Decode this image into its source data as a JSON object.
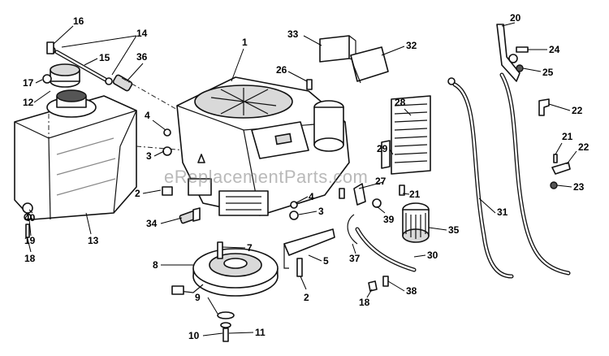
{
  "watermark": "eReplacementParts.com",
  "callouts": [
    {
      "id": "1",
      "label": "1"
    },
    {
      "id": "2a",
      "label": "2"
    },
    {
      "id": "2b",
      "label": "2"
    },
    {
      "id": "3a",
      "label": "3"
    },
    {
      "id": "3b",
      "label": "3"
    },
    {
      "id": "4a",
      "label": "4"
    },
    {
      "id": "4b",
      "label": "4"
    },
    {
      "id": "5",
      "label": "5"
    },
    {
      "id": "7",
      "label": "7"
    },
    {
      "id": "8",
      "label": "8"
    },
    {
      "id": "9",
      "label": "9"
    },
    {
      "id": "10",
      "label": "10"
    },
    {
      "id": "11",
      "label": "11"
    },
    {
      "id": "12",
      "label": "12"
    },
    {
      "id": "13",
      "label": "13"
    },
    {
      "id": "14",
      "label": "14"
    },
    {
      "id": "15",
      "label": "15"
    },
    {
      "id": "16",
      "label": "16"
    },
    {
      "id": "17",
      "label": "17"
    },
    {
      "id": "18a",
      "label": "18"
    },
    {
      "id": "18b",
      "label": "18"
    },
    {
      "id": "19",
      "label": "19"
    },
    {
      "id": "20",
      "label": "20"
    },
    {
      "id": "21a",
      "label": "21"
    },
    {
      "id": "21b",
      "label": "21"
    },
    {
      "id": "22a",
      "label": "22"
    },
    {
      "id": "22b",
      "label": "22"
    },
    {
      "id": "23",
      "label": "23"
    },
    {
      "id": "24",
      "label": "24"
    },
    {
      "id": "25",
      "label": "25"
    },
    {
      "id": "26",
      "label": "26"
    },
    {
      "id": "27",
      "label": "27"
    },
    {
      "id": "28",
      "label": "28"
    },
    {
      "id": "29",
      "label": "29"
    },
    {
      "id": "30",
      "label": "30"
    },
    {
      "id": "31",
      "label": "31"
    },
    {
      "id": "32",
      "label": "32"
    },
    {
      "id": "33",
      "label": "33"
    },
    {
      "id": "34",
      "label": "34"
    },
    {
      "id": "35",
      "label": "35"
    },
    {
      "id": "36",
      "label": "36"
    },
    {
      "id": "37",
      "label": "37"
    },
    {
      "id": "38",
      "label": "38"
    },
    {
      "id": "39",
      "label": "39"
    },
    {
      "id": "40",
      "label": "40"
    }
  ]
}
